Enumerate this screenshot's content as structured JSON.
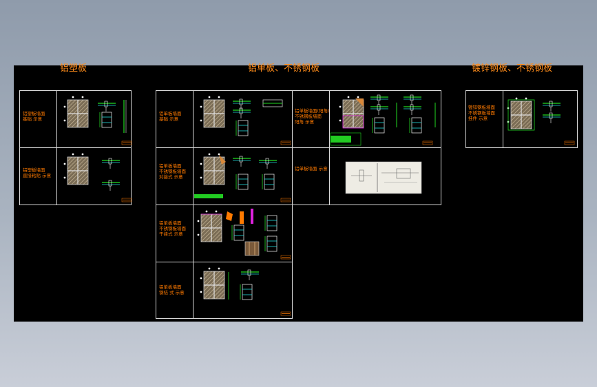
{
  "titles": {
    "aluminum_plastic": "铝塑板",
    "aluminum_single": "铝单板、不锈钢板",
    "galvanized_steel": "镀锌钢板、不锈钢板"
  },
  "rows": {
    "left_r1": "铝塑板墙面\n基础 示意",
    "left_r2": "铝塑板墙面\n直接粘贴 示意",
    "mid_r1": "铝单板墙面\n基础 示意",
    "mid_r2": "铝单板墙面\n不锈钢板墙面\n对接式 示意",
    "mid_r3": "铝单板墙面\n不锈钢板墙面\n干挂式 示意",
    "mid_r4": "铝单板墙面\n钢结 式 示意",
    "right_r1": "镀锌钢板墙面\n不锈钢板墙面\n挂件 示意",
    "mid2_r1": "铝单板墙面(阳角)\n不锈钢板墙面\n阳角 示意",
    "mid2_r2": "铝单板墙面 示意"
  },
  "colors": {
    "canvas": "#000000",
    "title": "#ff8c1a",
    "line": "#d8d8d8",
    "panel": "#9a8a70",
    "green": "#22dd22",
    "cyan": "#22dddd",
    "magenta": "#dd22dd"
  }
}
